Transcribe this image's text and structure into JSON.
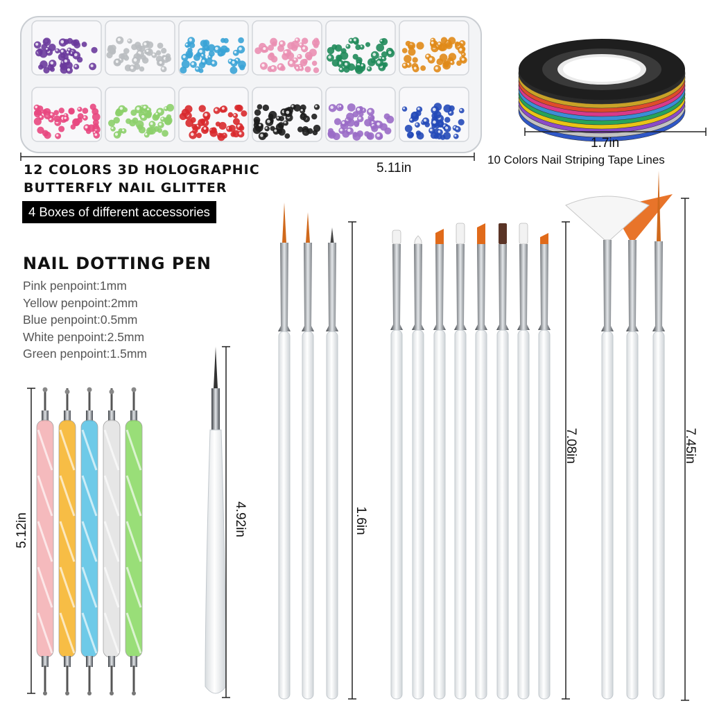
{
  "glitter": {
    "title_line1": "12 COLORS 3D HOLOGRAPHIC",
    "title_line2": "BUTTERFLY NAIL GLITTER",
    "badge": "4 Boxes of different accessories",
    "width": "5.11in",
    "top_row_colors": [
      "#6a3a9c",
      "#b9bcc0",
      "#3aa3d6",
      "#ea8fb3",
      "#1f8a5a",
      "#e08a18"
    ],
    "bottom_row_colors": [
      "#e8477f",
      "#8ccf6a",
      "#d8292c",
      "#1c1c1c",
      "#9a6bc7",
      "#2349b8"
    ]
  },
  "tape": {
    "width": "1.7in",
    "caption": "10 Colors Nail Striping Tape Lines",
    "colors": [
      "#2a2a2a",
      "#c9a227",
      "#e04b2a",
      "#d83a8a",
      "#3a8fd6",
      "#27a35a",
      "#e9c416",
      "#8a4bc8",
      "#c2c2c2",
      "#2f57c7"
    ]
  },
  "dotting": {
    "heading": "NAIL DOTTING PEN",
    "specs": [
      "Pink penpoint:1mm",
      "Yellow penpoint:2mm",
      "Blue penpoint:0.5mm",
      "White penpoint:2.5mm",
      "Green penpoint:1.5mm"
    ],
    "length": "5.12in",
    "pen_colors": [
      "#f4b3b6",
      "#f7b631",
      "#5fc5e6",
      "#e4e4e4",
      "#8edb6a"
    ]
  },
  "brushes": {
    "liner_length": "4.92in",
    "set1_length": "1.6in",
    "set2_length": "7.08in",
    "set3_length": "7.45in"
  }
}
